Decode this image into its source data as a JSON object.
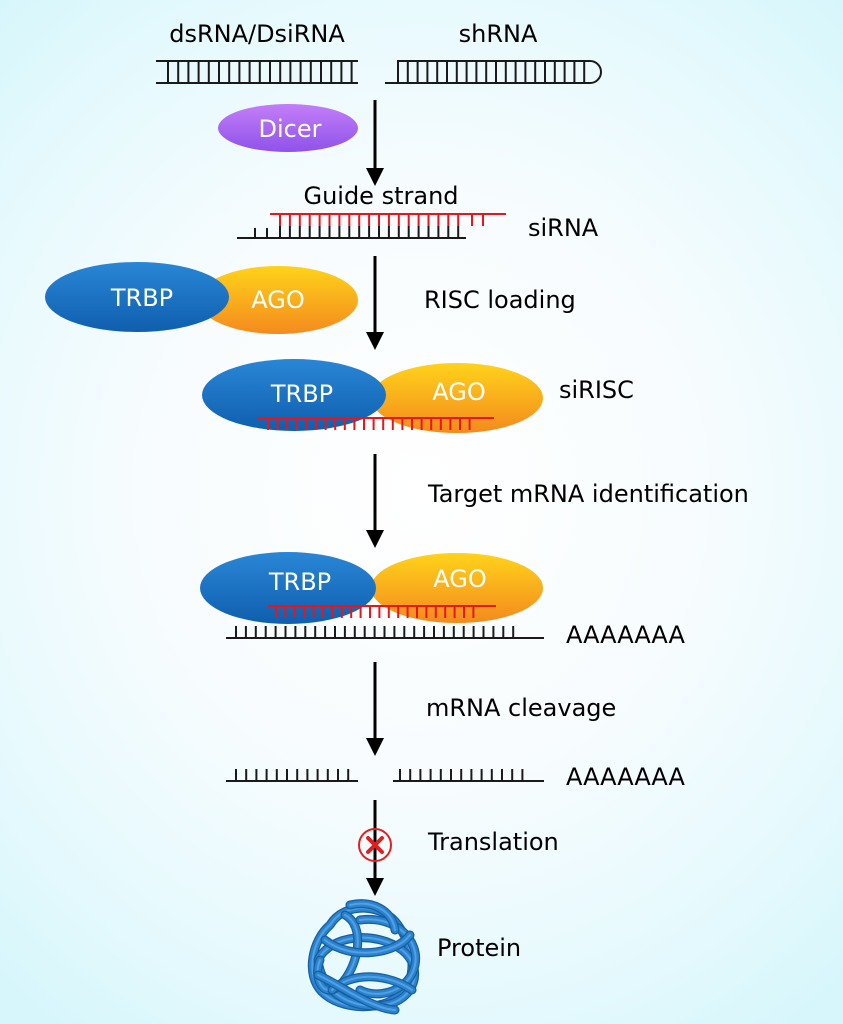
{
  "diagram": {
    "title_top_left": "dsRNA/DsiRNA",
    "title_top_right": "shRNA",
    "dicer": "Dicer",
    "guide_strand": "Guide strand",
    "sirna": "siRNA",
    "trbp": "TRBP",
    "ago": "AGO",
    "risc_loading": "RISC loading",
    "sirisc": "siRISC",
    "target_identification": "Target mRNA identification",
    "poly_a": "AAAAAAA",
    "mrna_cleavage": "mRNA cleavage",
    "translation": "Translation",
    "translation_status": "blocked",
    "protein": "Protein"
  },
  "colors": {
    "trbp": "#1f74c9",
    "ago": "#f7a41a",
    "dicer": "#a96bf0",
    "guide_strand": "#e8151b",
    "strand": "#1a1a1a",
    "protein": "#2b82cf",
    "block": "#e02020"
  }
}
